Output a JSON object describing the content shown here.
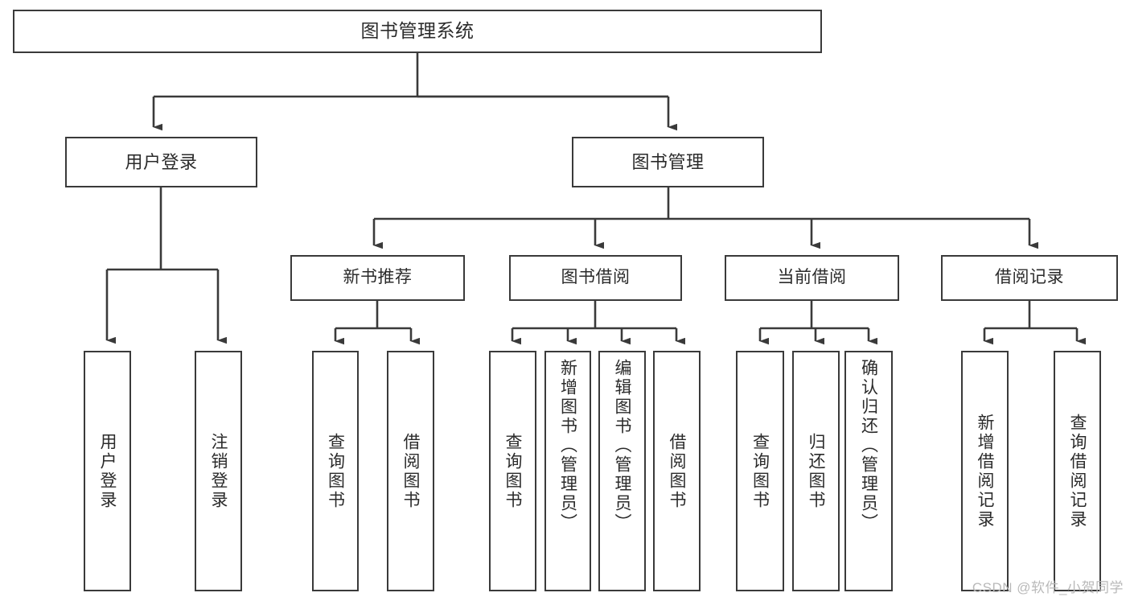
{
  "diagram": {
    "title": "图书管理系统",
    "type": "tree-hierarchy-chart",
    "watermark": "CSDN @软件_小贺同学",
    "colors": {
      "stroke": "#3a3a3a",
      "background": "#ffffff",
      "text": "#2b2b2b",
      "watermark": "#b9b9b9"
    },
    "nodes": {
      "root": {
        "label": "图书管理系统"
      },
      "level1": [
        {
          "id": "user-login",
          "label": "用户登录"
        },
        {
          "id": "book-manage",
          "label": "图书管理"
        }
      ],
      "level2": [
        {
          "id": "new-book-recommend",
          "label": "新书推荐"
        },
        {
          "id": "book-borrow",
          "label": "图书借阅"
        },
        {
          "id": "current-borrow",
          "label": "当前借阅"
        },
        {
          "id": "borrow-record",
          "label": "借阅记录"
        }
      ],
      "leaves": {
        "user_login": [
          {
            "id": "leaf-user-login",
            "label": "用户登录"
          },
          {
            "id": "leaf-logout-login",
            "label": "注销登录"
          }
        ],
        "new_book_recommend": [
          {
            "id": "leaf-query-book-1",
            "label": "查询图书"
          },
          {
            "id": "leaf-borrow-book-1",
            "label": "借阅图书"
          }
        ],
        "book_borrow": [
          {
            "id": "leaf-query-book-2",
            "label": "查询图书"
          },
          {
            "id": "leaf-add-book",
            "label": "新增图书（管理员）"
          },
          {
            "id": "leaf-edit-book",
            "label": "编辑图书（管理员）"
          },
          {
            "id": "leaf-borrow-book-2",
            "label": "借阅图书"
          }
        ],
        "current_borrow": [
          {
            "id": "leaf-query-book-3",
            "label": "查询图书"
          },
          {
            "id": "leaf-return-book",
            "label": "归还图书"
          },
          {
            "id": "leaf-confirm-return",
            "label": "确认归还（管理员）"
          }
        ],
        "borrow_record": [
          {
            "id": "leaf-add-record",
            "label": "新增借阅记录"
          },
          {
            "id": "leaf-query-record",
            "label": "查询借阅记录"
          }
        ]
      }
    }
  }
}
